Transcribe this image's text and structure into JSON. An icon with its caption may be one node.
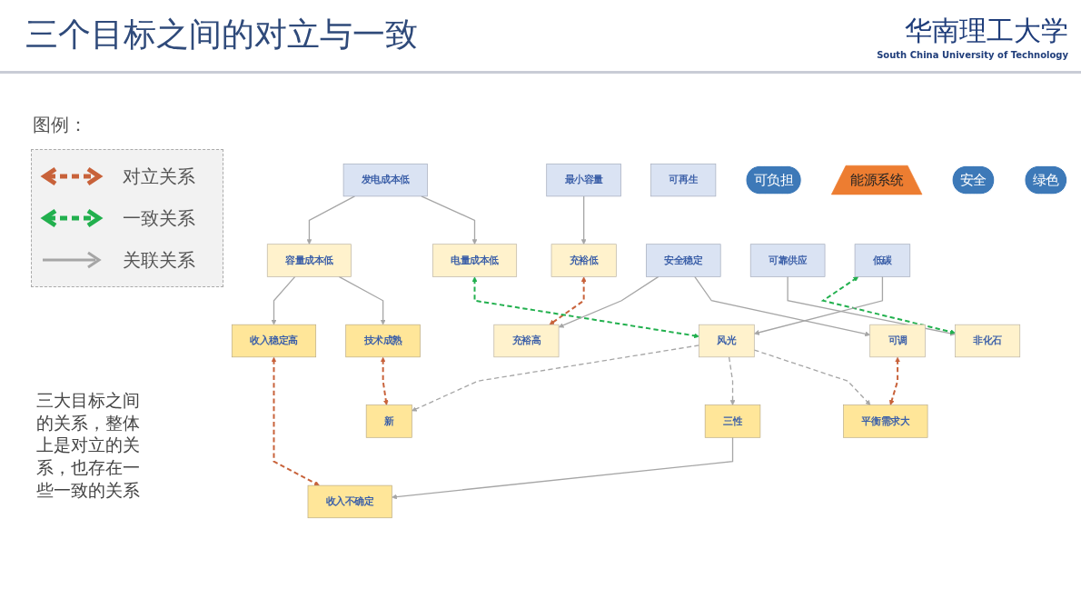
{
  "diagram": {
    "title": "三个目标之间的对立与一致",
    "nodes": [
      {
        "text": [
          "最小容量"
        ]
      },
      {
        "text": [
          "发电成本低"
        ]
      },
      {
        "text": [
          "可负担"
        ]
      },
      {
        "text": [
          "容量成本低"
        ]
      },
      {
        "text": [
          "收入稳定高"
        ]
      },
      {
        "text": [
          "技术成熟"
        ]
      },
      {
        "text": [
          "充裕低"
        ]
      },
      {
        "text": [
          "电量成本低"
        ]
      },
      {
        "text": [
          "能源系统"
        ]
      },
      {
        "text": [
          "新"
        ]
      },
      {
        "text": [
          "安全"
        ]
      },
      {
        "text": [
          "绿色"
        ]
      },
      {
        "text": [
          "收入不确定"
        ]
      },
      {
        "text": [
          "充裕高"
        ]
      },
      {
        "text": [
          "安全稳定"
        ]
      },
      {
        "text": [
          "可靠供应"
        ]
      },
      {
        "text": [
          "可再生"
        ]
      },
      {
        "text": [
          "低碳"
        ]
      },
      {
        "text": [
          "风光"
        ]
      },
      {
        "text": [
          "三性"
        ]
      },
      {
        "text": [
          "非化石"
        ]
      },
      {
        "text": [
          "可调"
        ]
      },
      {
        "text": [
          "平衡需求大"
        ]
      }
    ],
    "edges": [
      {
        "from": 0,
        "to": 6,
        "arrow": "to"
      },
      {
        "from": 1,
        "to": 3,
        "arrow": "to"
      },
      {
        "from": 1,
        "to": 7,
        "arrow": "to"
      },
      {
        "from": 3,
        "to": 4,
        "arrow": "to"
      },
      {
        "from": 3,
        "to": 5,
        "arrow": "to"
      },
      {
        "from": 6,
        "to": 13,
        "arrow": "both",
        "style": "dashed",
        "color": "#c8623a"
      },
      {
        "from": 7,
        "to": 18,
        "arrow": "both",
        "style": "dashed",
        "color": "#22b04e"
      },
      {
        "from": 5,
        "to": 9,
        "arrow": "both",
        "style": "dashed",
        "color": "#c8623a"
      },
      {
        "from": 4,
        "to": 12,
        "arrow": "both",
        "style": "dashed",
        "color": "#c8623a"
      },
      {
        "from": 14,
        "to": 13,
        "arrow": "to"
      },
      {
        "from": 14,
        "to": 21,
        "arrow": "to"
      },
      {
        "from": 15,
        "to": 20,
        "arrow": "to"
      },
      {
        "from": 17,
        "to": 20,
        "arrow": "both",
        "style": "dashed",
        "color": "#22b04e"
      },
      {
        "from": 17,
        "to": 18,
        "arrow": "to"
      },
      {
        "from": 18,
        "to": 9,
        "arrow": "to",
        "style": "dashed"
      },
      {
        "from": 18,
        "to": 19,
        "arrow": "to",
        "style": "dashed"
      },
      {
        "from": 18,
        "to": 22,
        "arrow": "to",
        "style": "dashed"
      },
      {
        "from": 19,
        "to": 12,
        "arrow": "to"
      },
      {
        "from": 21,
        "to": 22,
        "arrow": "both",
        "style": "dashed",
        "color": "#c8623a"
      }
    ],
    "labels": [
      "华南理工大学",
      "South China University of Technology",
      "图例：",
      "三大目标之间的关系，整体上是对立的关系，也存在一些一致的关系"
    ],
    "legend": [
      {
        "text": "对立关系"
      },
      {
        "text": "一致关系"
      },
      {
        "text": "关联关系"
      }
    ]
  }
}
